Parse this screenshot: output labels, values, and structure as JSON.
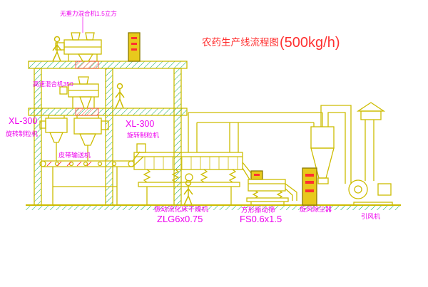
{
  "title": {
    "name": "农药生产线流程图",
    "capacity": "(500kg/h)"
  },
  "equipment_labels": {
    "gravity_mixer": "无重力混合机1.5立方",
    "high_speed_mixer": "高速混合机350",
    "granulator_left_model": "XL-300",
    "granulator_left_name": "旋转制粒机",
    "granulator_right_model": "XL-300",
    "granulator_right_name": "旋转制粒机",
    "belt_conveyor": "皮带输送机",
    "dryer_name": "振动流化床干燥机",
    "dryer_model": "ZLG6x0.75",
    "screen_name": "方形振动筛",
    "screen_model": "FS0.6x1.5",
    "cyclone_dust_collector": "旋风除尘器",
    "induced_draft_fan": "引风机"
  },
  "colors": {
    "background": "#ffffff",
    "line_yellow": "#cdbc00",
    "line_green": "#00a651",
    "hatch_red": "#ff4040",
    "label_magenta": "#ee00ee",
    "title_red": "#ff3030",
    "cabinet_fill": "#e8c91c"
  }
}
